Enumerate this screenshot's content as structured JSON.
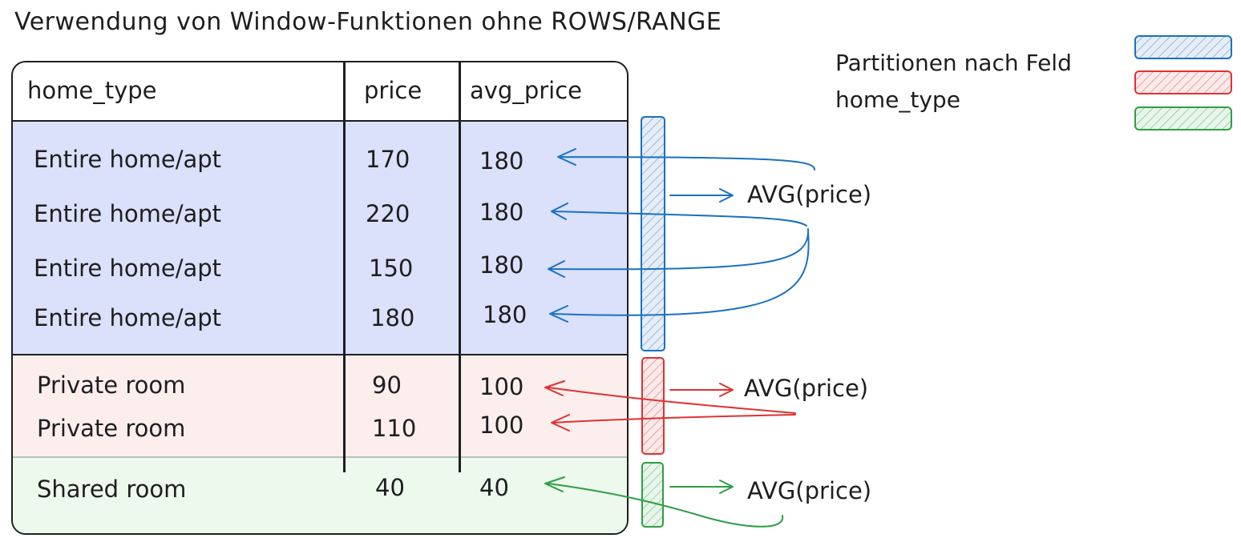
{
  "title": "Verwendung von Window-Funktionen ohne ROWS/RANGE",
  "table": {
    "columns": [
      "home_type",
      "price",
      "avg_price"
    ],
    "rows": [
      {
        "home_type": "Entire home/apt",
        "price": "170",
        "avg_price": "180"
      },
      {
        "home_type": "Entire home/apt",
        "price": "220",
        "avg_price": "180"
      },
      {
        "home_type": "Entire home/apt",
        "price": "150",
        "avg_price": "180"
      },
      {
        "home_type": "Entire home/apt",
        "price": "180",
        "avg_price": "180"
      },
      {
        "home_type": "Private room",
        "price": "90",
        "avg_price": "100"
      },
      {
        "home_type": "Private room",
        "price": "110",
        "avg_price": "100"
      },
      {
        "home_type": "Shared room",
        "price": "40",
        "avg_price": "40"
      }
    ]
  },
  "aggregate_labels": [
    "AVG(price)",
    "AVG(price)",
    "AVG(price)"
  ],
  "legend": {
    "text_line1": "Partitionen nach Feld",
    "text_line2": "home_type",
    "swatch_colors": [
      "#1971c2",
      "#e03131",
      "#2f9e44"
    ]
  },
  "colors": {
    "blue": "#1971c2",
    "red": "#e03131",
    "green": "#2f9e44",
    "blue_fill": "#dbe0fb",
    "red_fill": "#fdeeee",
    "green_fill": "#ecf9ec",
    "ink": "#1e1e1e"
  }
}
